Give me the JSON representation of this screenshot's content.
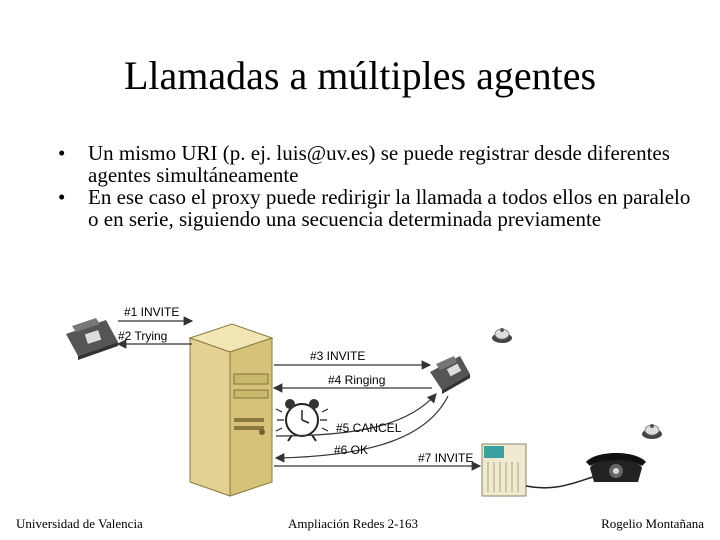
{
  "slide": {
    "title": "Llamadas a múltiples agentes",
    "bullets": [
      "Un mismo URI (p. ej. luis@uv.es) se puede registrar desde diferentes agentes simultáneamente",
      "En ese caso el proxy puede redirigir la llamada a todos ellos en paralelo o en serie, siguiendo una secuencia determinada previamente"
    ],
    "bullet_symbol": "•"
  },
  "diagram": {
    "messages": [
      {
        "id": "m1",
        "label": "#1 INVITE"
      },
      {
        "id": "m2",
        "label": "#2 Trying"
      },
      {
        "id": "m3",
        "label": "#3 INVITE"
      },
      {
        "id": "m4",
        "label": "#4 Ringing"
      },
      {
        "id": "m5",
        "label": "#5 CANCEL"
      },
      {
        "id": "m6",
        "label": "#6 OK"
      },
      {
        "id": "m7",
        "label": "#7 INVITE"
      }
    ],
    "icons": [
      "desk-phone-icon",
      "proxy-server-icon",
      "alarm-clock-icon",
      "desk-phone-icon",
      "pbx-icon",
      "rotary-phone-icon",
      "bell-icon"
    ]
  },
  "footer": {
    "left": "Universidad de Valencia",
    "center": "Ampliación Redes 2-163",
    "right": "Rogelio Montañana"
  }
}
